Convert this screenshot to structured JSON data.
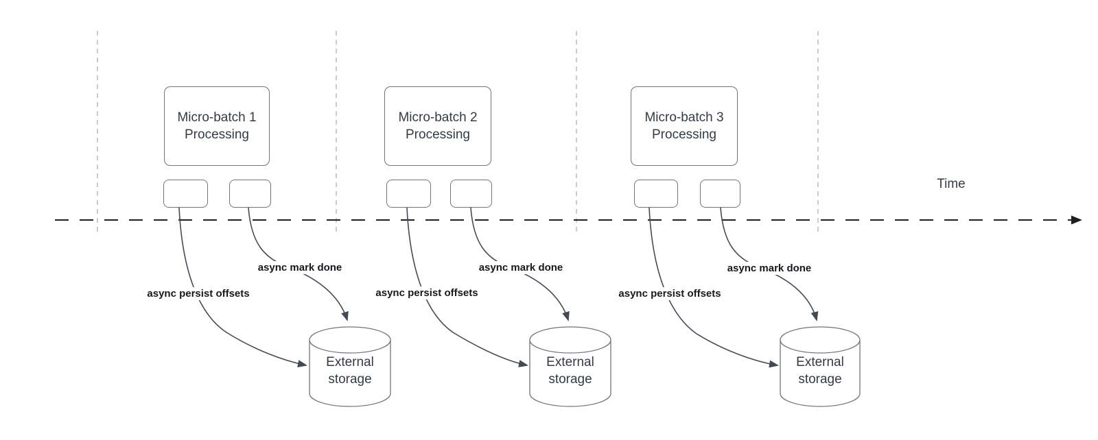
{
  "diagram": {
    "time_axis_label": "Time",
    "sections": [
      {
        "process_box": {
          "line1": "Micro-batch 1",
          "line2": "Processing"
        },
        "persist_arrow_label": "async persist offsets",
        "mark_done_arrow_label": "async mark done",
        "storage": {
          "line1": "External",
          "line2": "storage"
        }
      },
      {
        "process_box": {
          "line1": "Micro-batch 2",
          "line2": "Processing"
        },
        "persist_arrow_label": "async persist offsets",
        "mark_done_arrow_label": "async mark done",
        "storage": {
          "line1": "External",
          "line2": "storage"
        }
      },
      {
        "process_box": {
          "line1": "Micro-batch 3",
          "line2": "Processing"
        },
        "persist_arrow_label": "async persist offsets",
        "mark_done_arrow_label": "async mark done",
        "storage": {
          "line1": "External",
          "line2": "storage"
        }
      }
    ],
    "colors": {
      "box_border": "#6f7479",
      "box_text": "#343a43",
      "arrow": "#434a55",
      "label_text": "#15181c",
      "guide_line": "#aeb1b6",
      "timeline": "#1d1f23"
    }
  }
}
